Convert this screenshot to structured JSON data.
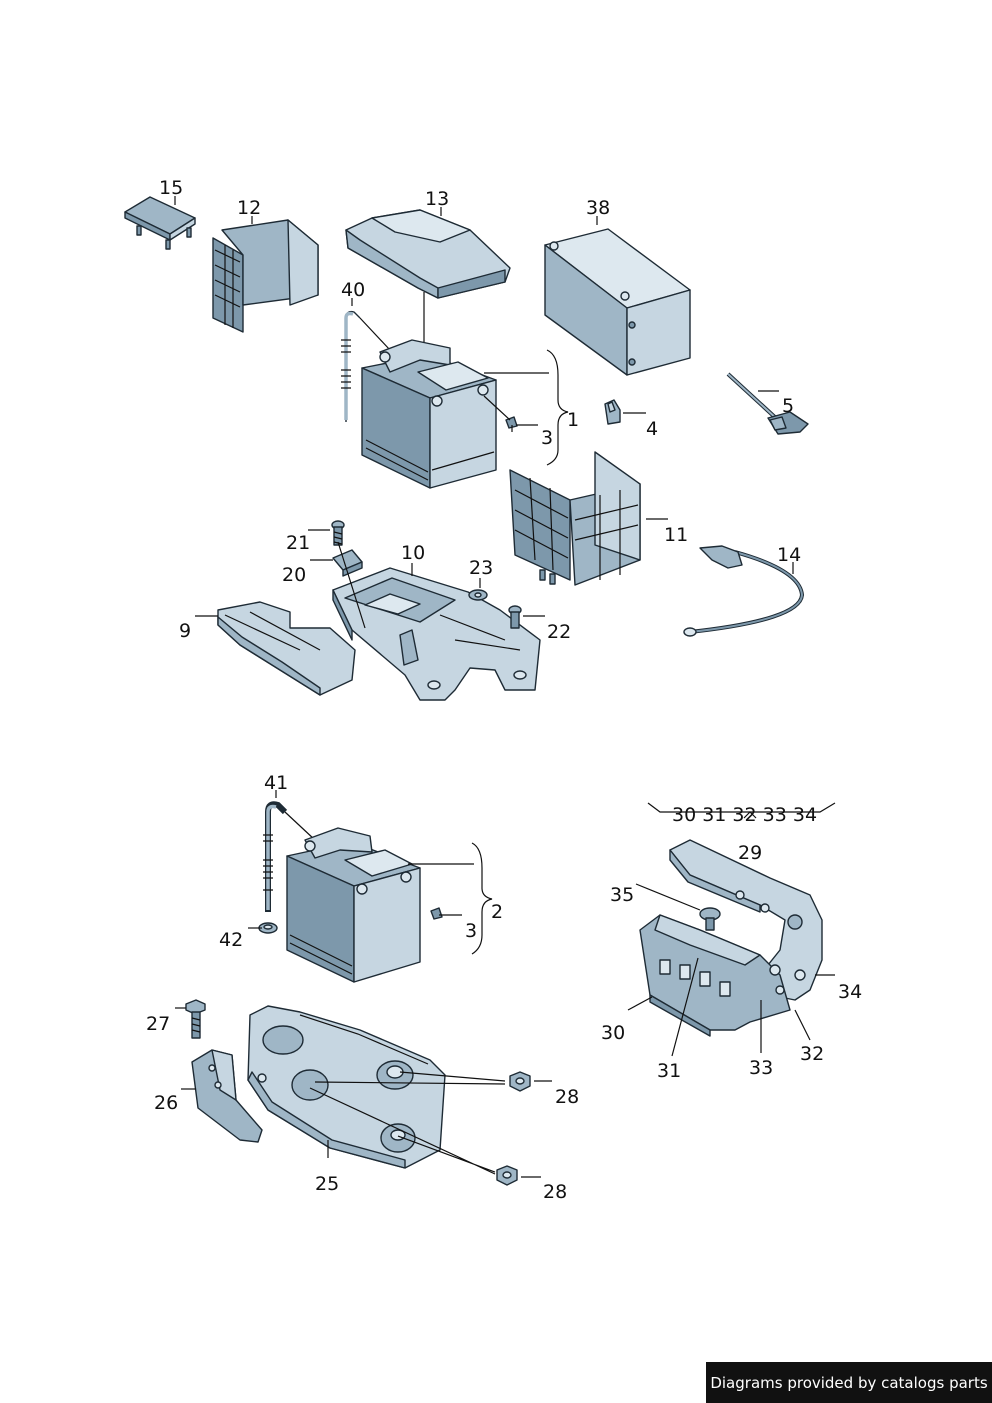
{
  "footer": {
    "text": "Diagrams provided by catalogs parts"
  },
  "labels": {
    "p1": "1",
    "p2": "2",
    "p3a": "3",
    "p3b": "3",
    "p4": "4",
    "p5": "5",
    "p9": "9",
    "p10": "10",
    "p11": "11",
    "p12": "12",
    "p13": "13",
    "p14": "14",
    "p15": "15",
    "p20": "20",
    "p21": "21",
    "p22": "22",
    "p23": "23",
    "p25": "25",
    "p26": "26",
    "p27": "27",
    "p28a": "28",
    "p28b": "28",
    "p29": "29",
    "p30": "30",
    "p31": "31",
    "p32": "32",
    "p33": "33",
    "p34": "34",
    "p35": "35",
    "p38": "38",
    "p40": "40",
    "p41": "41",
    "p42": "42",
    "group_top": "30 31 32 33 34"
  }
}
